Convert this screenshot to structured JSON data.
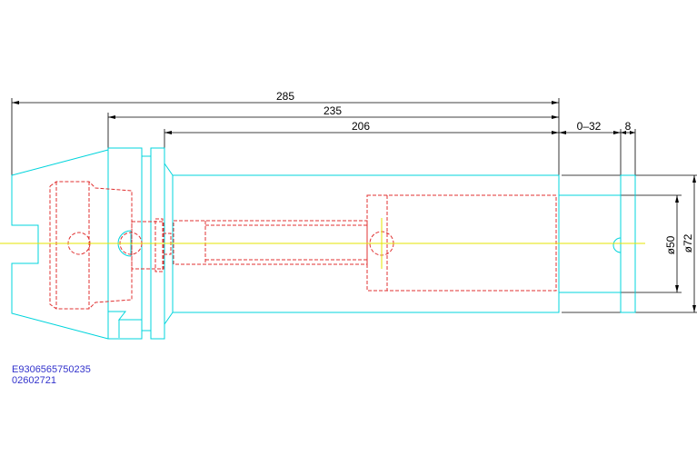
{
  "dimensions": {
    "overall_length": "285",
    "length_235": "235",
    "length_206": "206",
    "adjust_range": "0–32",
    "length_8": "8",
    "dia_50": "ø50",
    "dia_72": "ø72"
  },
  "part_info": {
    "code": "E9306565750235",
    "number": "02602721"
  },
  "colors": {
    "outline": "#00d4dc",
    "hidden": "#e03030",
    "centerline": "#e6e600",
    "dimension": "#000000",
    "text": "#3333cc"
  }
}
